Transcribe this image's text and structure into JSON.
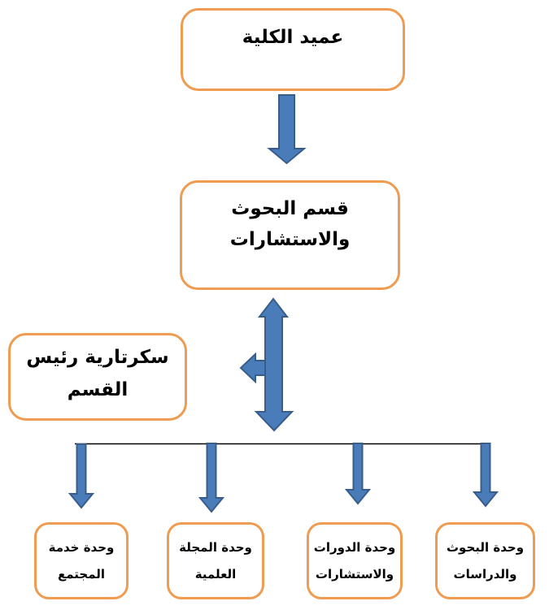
{
  "diagram": {
    "type": "org-chart",
    "language": "ar",
    "nodes": {
      "dean": {
        "label": "عميد الكلية"
      },
      "research_dept": {
        "line1": "قسم البحوث",
        "line2": "والاستشارات"
      },
      "secretary": {
        "line1": "سكرتارية رئيس",
        "line2": "القسم"
      },
      "units": [
        {
          "line1": "وحدة خدمة",
          "line2": "المجتمع"
        },
        {
          "line1": "وحدة المجلة",
          "line2": "العلمية"
        },
        {
          "line1": "وحدة الدورات",
          "line2": "والاستشارات"
        },
        {
          "line1": "وحدة البحوث",
          "line2": "والدراسات"
        }
      ]
    },
    "edges": [
      {
        "from": "dean",
        "to": "research_dept",
        "style": "block-arrow-down"
      },
      {
        "from": "research_dept",
        "to": "units-bus",
        "style": "block-arrow-double-vertical"
      },
      {
        "from": "research_dept",
        "to": "secretary",
        "style": "block-arrow-left-branch"
      },
      {
        "from": "units-bus",
        "to": "unit-1",
        "style": "block-arrow-down"
      },
      {
        "from": "units-bus",
        "to": "unit-2",
        "style": "block-arrow-down"
      },
      {
        "from": "units-bus",
        "to": "unit-3",
        "style": "block-arrow-down"
      },
      {
        "from": "units-bus",
        "to": "unit-4",
        "style": "block-arrow-down"
      }
    ],
    "colors": {
      "box_border": "#EF9B51",
      "box_fill": "#FFFFFF",
      "arrow_fill": "#4A7CBA",
      "arrow_outline": "#385D8A",
      "bus_line": "#000000",
      "text": "#000000",
      "background": "#FFFFFF"
    }
  }
}
